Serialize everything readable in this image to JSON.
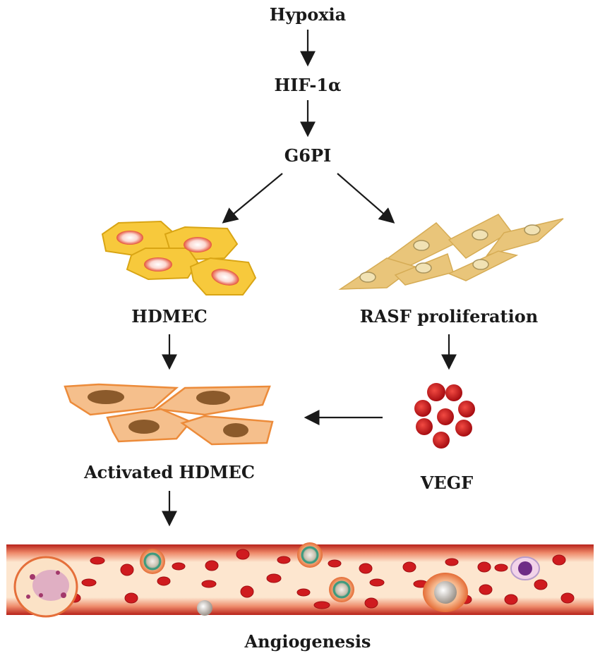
{
  "nodes": {
    "hypoxia": "Hypoxia",
    "hif": "HIF-1α",
    "g6pi": "G6PI",
    "hdmec": "HDMEC",
    "rasf": "RASF proliferation",
    "activated": "Activated HDMEC",
    "vegf": "VEGF",
    "angiogenesis": "Angiogenesis"
  },
  "colors": {
    "hdmec_fill": "#f7c93c",
    "rasf_fill": "#e9c57a",
    "activated_fill": "#f5bf8c",
    "vegf": "#c4101a",
    "vessel": "#d84735",
    "vessel_inner": "#fde6cf",
    "arrow": "#1a1a1a"
  }
}
